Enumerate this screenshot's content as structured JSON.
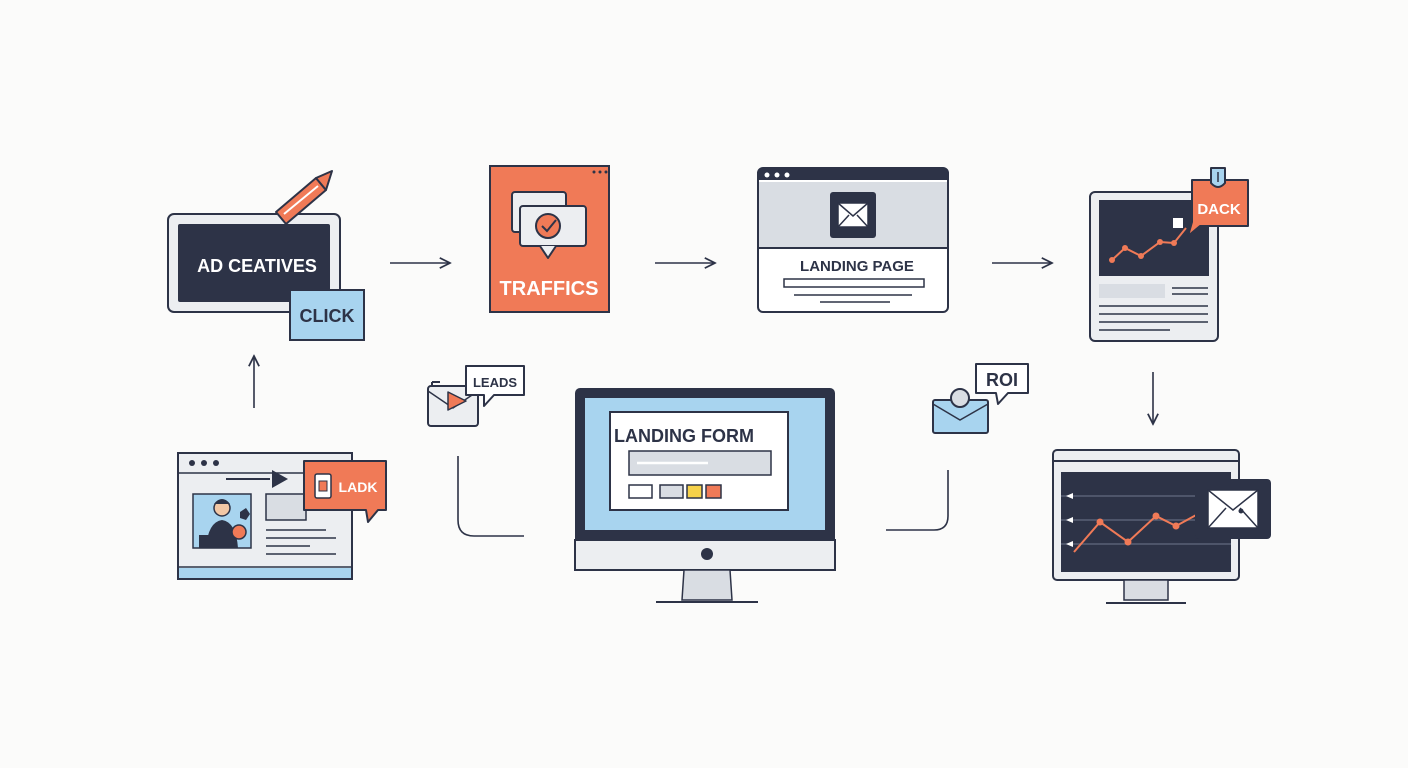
{
  "colors": {
    "navy": "#2d3347",
    "orange": "#f07a57",
    "light_blue": "#a8d4ef",
    "gray": "#d9dde3",
    "light_gray": "#eceef1",
    "yellow": "#f6d24a",
    "white": "#ffffff"
  },
  "nodes": {
    "ad_creatives": {
      "label": "AD CEATIVES",
      "badge": "CLICK"
    },
    "traffics": {
      "label": "TRAFFICS"
    },
    "landing_page": {
      "label": "LANDING PAGE"
    },
    "analytics": {
      "badge": "DACK"
    },
    "video_page": {
      "badge": "LADK"
    },
    "leads": {
      "label": "LEADS"
    },
    "landing_form": {
      "label": "LANDING FORM"
    },
    "roi": {
      "label": "ROI"
    }
  },
  "icons": {
    "pencil": "pencil-icon",
    "chat_check": "chat-check-icon",
    "envelope": "envelope-icon",
    "pin": "pin-icon",
    "play": "play-icon",
    "person": "person-icon",
    "document": "document-icon",
    "line_chart": "line-chart-icon"
  }
}
